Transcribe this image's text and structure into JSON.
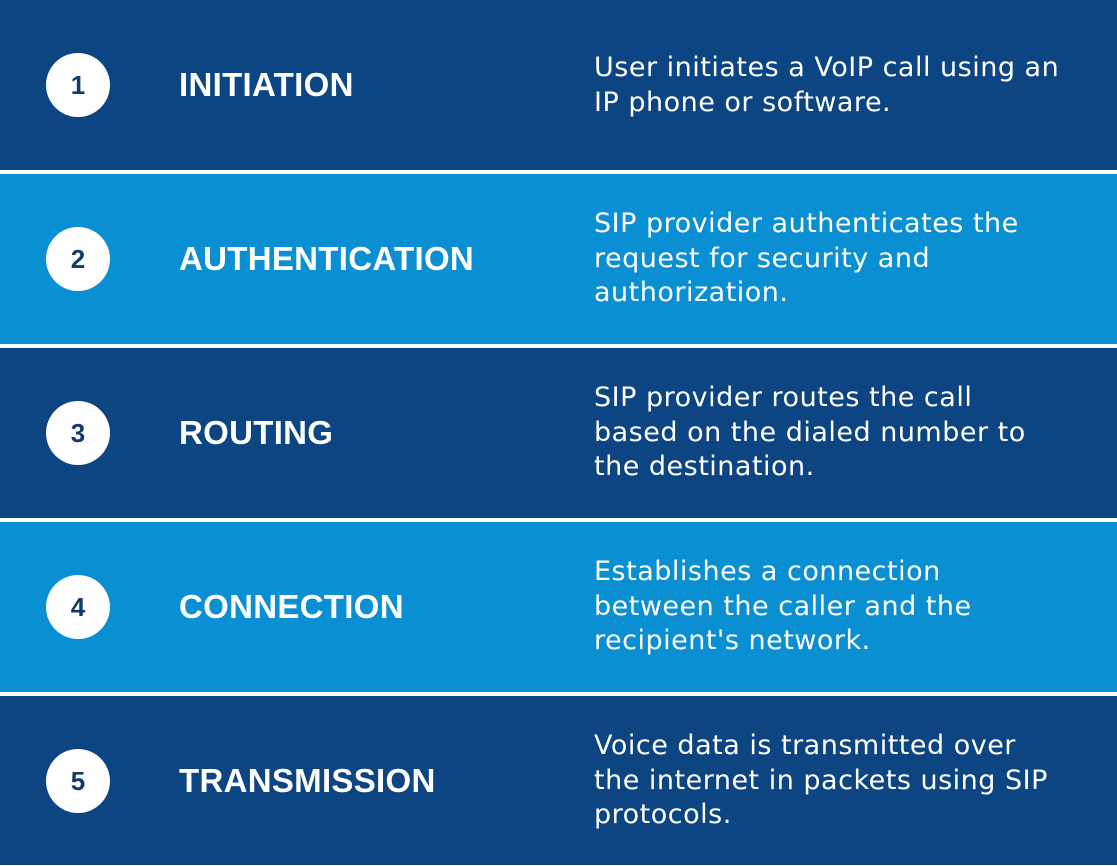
{
  "colors": {
    "dark_row": "#0c4581",
    "light_row": "#0b8fd3",
    "badge_bg": "#ffffff",
    "badge_text": "#123a6b",
    "text": "#ffffff"
  },
  "steps": [
    {
      "number": "1",
      "title": "INITIATION",
      "lines": [
        "User initiates a VoIP call using an",
        "IP phone or software."
      ]
    },
    {
      "number": "2",
      "title": "AUTHENTICATION",
      "lines": [
        "SIP provider authenticates the",
        "request for security and",
        "authorization."
      ]
    },
    {
      "number": "3",
      "title": "ROUTING",
      "lines": [
        "SIP provider routes the call",
        "based on the dialed number to",
        "the destination."
      ]
    },
    {
      "number": "4",
      "title": "CONNECTION",
      "lines": [
        "Establishes a connection",
        "between the caller and the",
        "recipient's network."
      ]
    },
    {
      "number": "5",
      "title": "TRANSMISSION",
      "lines": [
        "Voice data is transmitted over",
        "the internet in packets using SIP",
        "protocols."
      ]
    }
  ]
}
